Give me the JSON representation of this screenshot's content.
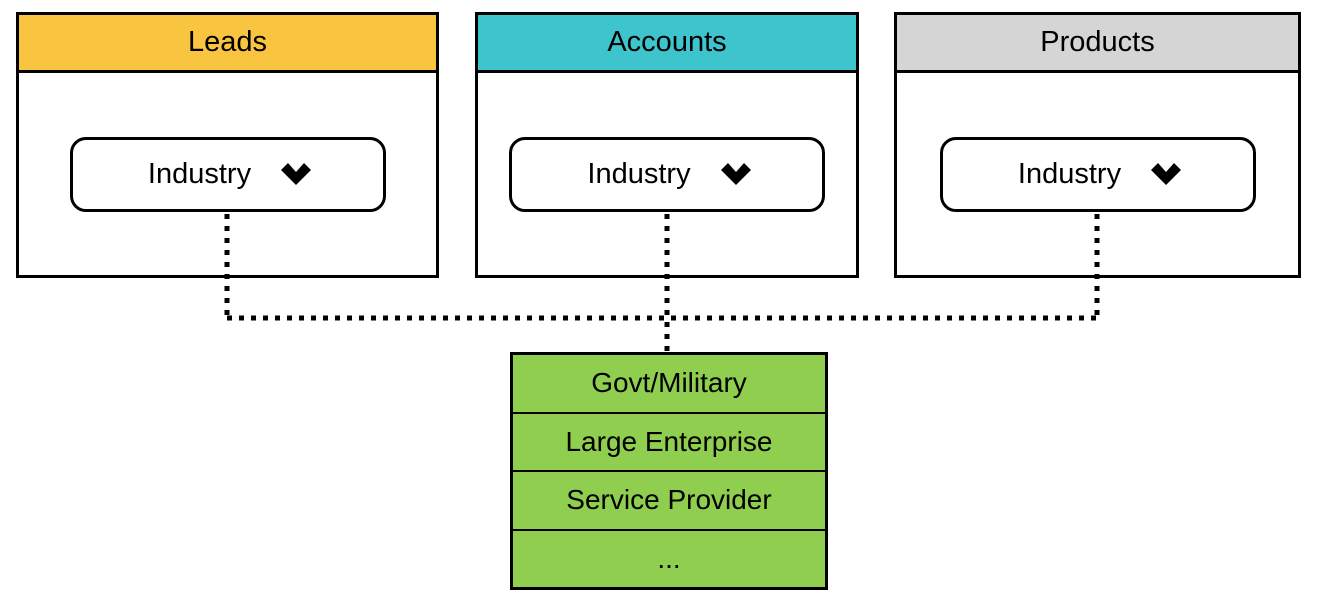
{
  "diagram": {
    "panels": [
      {
        "title": "Leads",
        "header_color": "#F9C440",
        "field": {
          "label": "Industry"
        }
      },
      {
        "title": "Accounts",
        "header_color": "#3EC4CD",
        "field": {
          "label": "Industry"
        }
      },
      {
        "title": "Products",
        "header_color": "#D5D5D5",
        "field": {
          "label": "Industry"
        }
      }
    ],
    "choice_list": {
      "fill_color": "#8FCE4E",
      "items": [
        "Govt/Military",
        "Large Enterprise",
        "Service Provider",
        "..."
      ]
    },
    "connector_color": "#000000"
  }
}
